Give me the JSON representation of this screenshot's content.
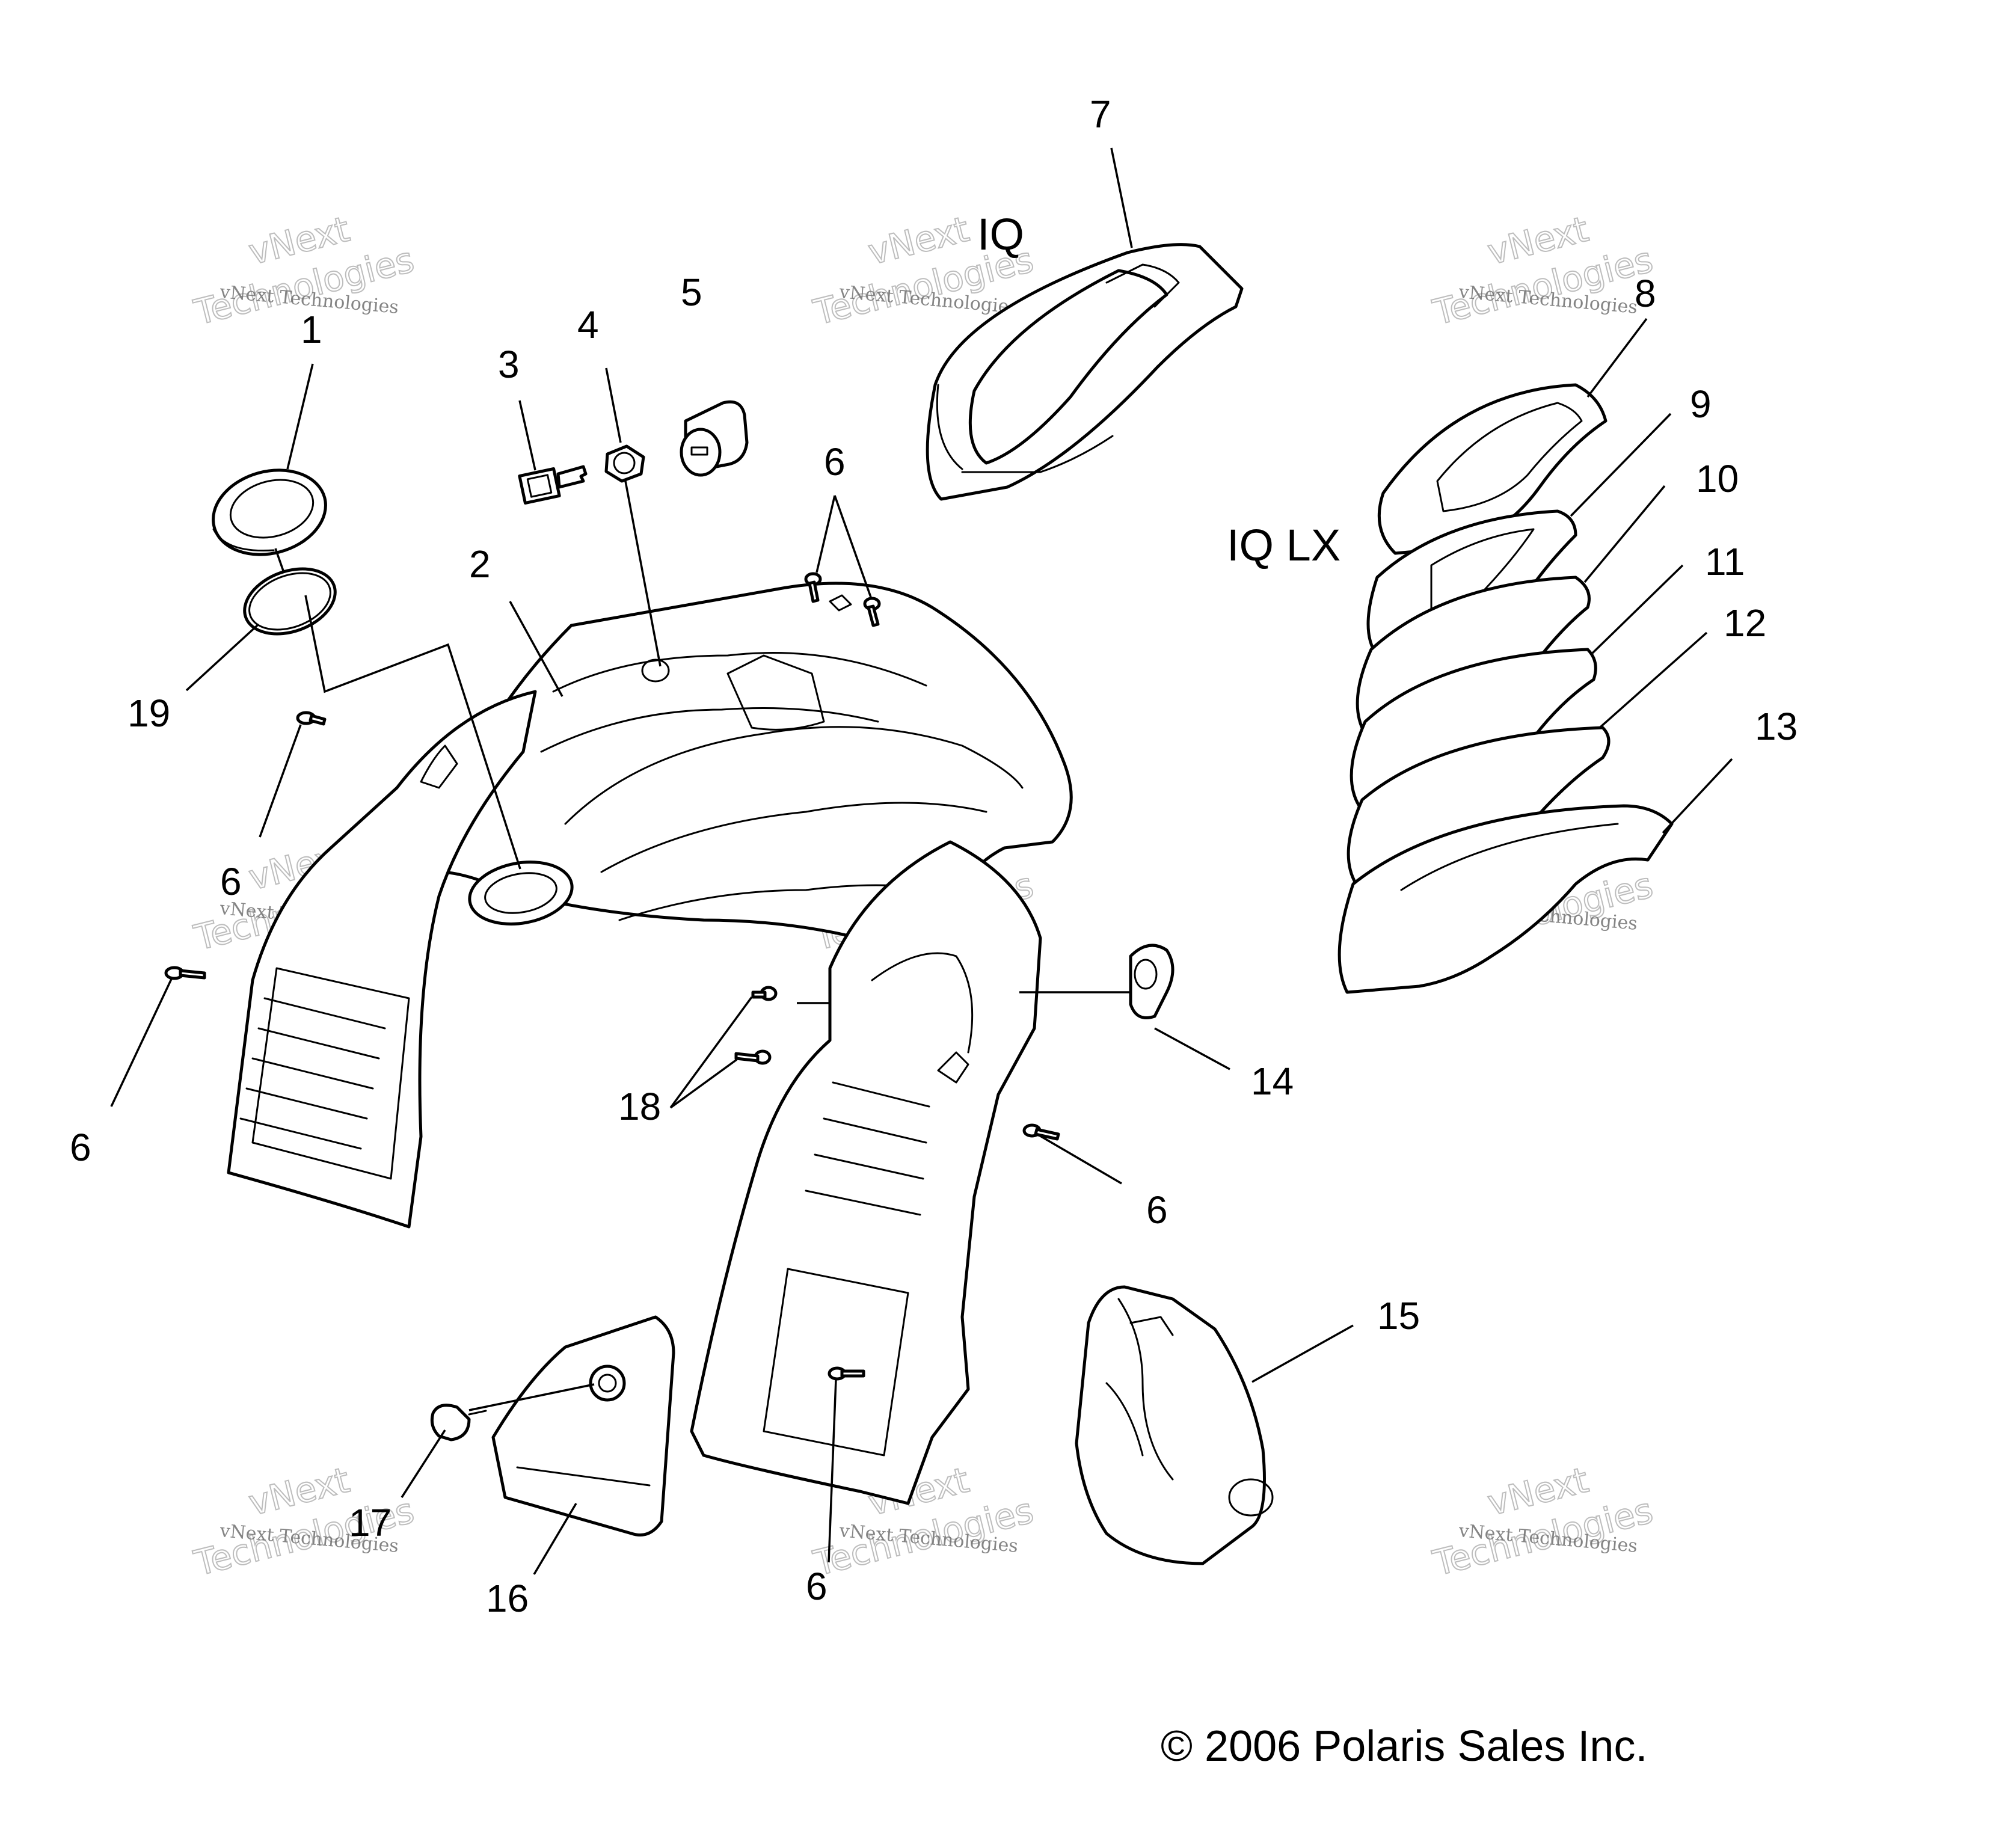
{
  "diagram": {
    "variant_labels": {
      "iq": "IQ",
      "iq_lx": "IQ LX"
    },
    "callouts": {
      "c1": "1",
      "c2": "2",
      "c3": "3",
      "c4": "4",
      "c5": "5",
      "c6a": "6",
      "c6b": "6",
      "c6c": "6",
      "c6d": "6",
      "c6e": "6",
      "c7": "7",
      "c8": "8",
      "c9": "9",
      "c10": "10",
      "c11": "11",
      "c12": "12",
      "c13": "13",
      "c14": "14",
      "c15": "15",
      "c16": "16",
      "c17": "17",
      "c18": "18",
      "c19": "19"
    },
    "copyright": "© 2006 Polaris Sales Inc.",
    "watermark": {
      "line_small": "vNext Technologies",
      "big_1": "vNext",
      "big_2": "Technologies"
    }
  }
}
